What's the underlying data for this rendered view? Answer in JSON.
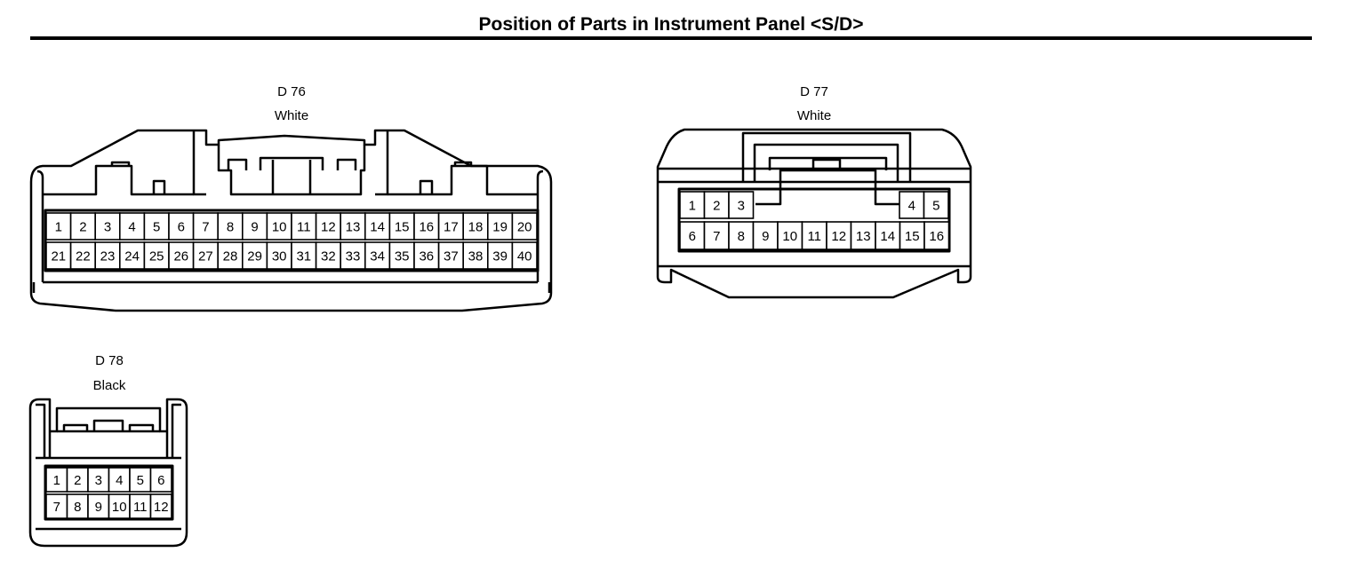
{
  "page": {
    "title": "Position of Parts in Instrument Panel <S/D>"
  },
  "connectors": {
    "d76": {
      "id": "D 76",
      "color": "White",
      "row1": [
        "1",
        "2",
        "3",
        "4",
        "5",
        "6",
        "7",
        "8",
        "9",
        "10",
        "11",
        "12",
        "13",
        "14",
        "15",
        "16",
        "17",
        "18",
        "19",
        "20"
      ],
      "row2": [
        "21",
        "22",
        "23",
        "24",
        "25",
        "26",
        "27",
        "28",
        "29",
        "30",
        "31",
        "32",
        "33",
        "34",
        "35",
        "36",
        "37",
        "38",
        "39",
        "40"
      ]
    },
    "d77": {
      "id": "D 77",
      "color": "White",
      "row1_left": [
        "1",
        "2",
        "3"
      ],
      "row1_right": [
        "4",
        "5"
      ],
      "row2": [
        "6",
        "7",
        "8",
        "9",
        "10",
        "11",
        "12",
        "13",
        "14",
        "15",
        "16"
      ]
    },
    "d78": {
      "id": "D 78",
      "color": "Black",
      "row1": [
        "1",
        "2",
        "3",
        "4",
        "5",
        "6"
      ],
      "row2": [
        "7",
        "8",
        "9",
        "10",
        "11",
        "12"
      ]
    }
  }
}
